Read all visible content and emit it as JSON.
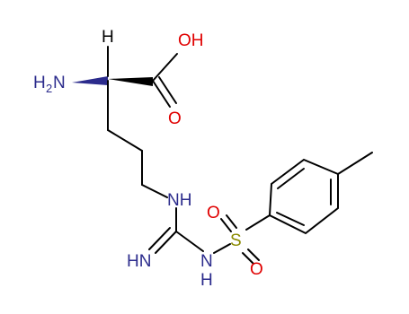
{
  "molecule": {
    "atoms": {
      "h_stereo": "H",
      "amine": "H",
      "amine_sub": "2",
      "amine_n": "N",
      "acid_oh": "OH",
      "acid_o": "O",
      "nh_link": "NH",
      "imine": "HN",
      "sulfonamide_n": "N",
      "sulfonamide_h": "H",
      "sulfur": "S",
      "sulfonyl_o_left": "O",
      "sulfonyl_o_right": "O"
    },
    "colors": {
      "bond": "#000000",
      "nitrogen": "#2b2b8c",
      "oxygen": "#e00000",
      "sulfur": "#8a8a00",
      "hydrogen": "#000000"
    }
  }
}
